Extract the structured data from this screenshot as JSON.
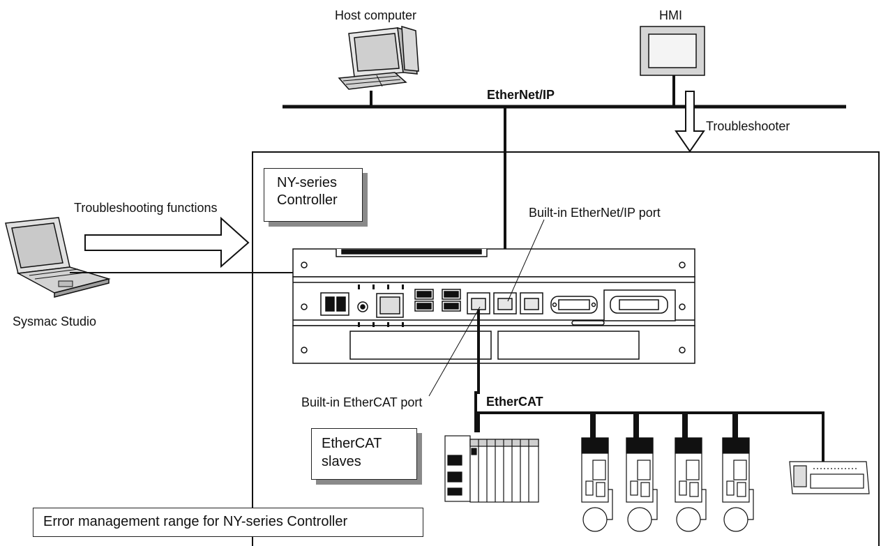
{
  "labels": {
    "host_computer": "Host computer",
    "hmi": "HMI",
    "ethernet_ip": "EtherNet/IP",
    "troubleshooter": "Troubleshooter",
    "controller_line1": "NY-series",
    "controller_line2": "Controller",
    "troubleshooting_functions": "Troubleshooting functions",
    "builtin_ethernet_ip_port": "Built-in EtherNet/IP port",
    "sysmac_studio": "Sysmac Studio",
    "builtin_ethercat_port": "Built-in EtherCAT port",
    "ethercat": "EtherCAT",
    "slaves_line1": "EtherCAT",
    "slaves_line2": "slaves",
    "error_range": "Error management range for NY-series Controller"
  }
}
